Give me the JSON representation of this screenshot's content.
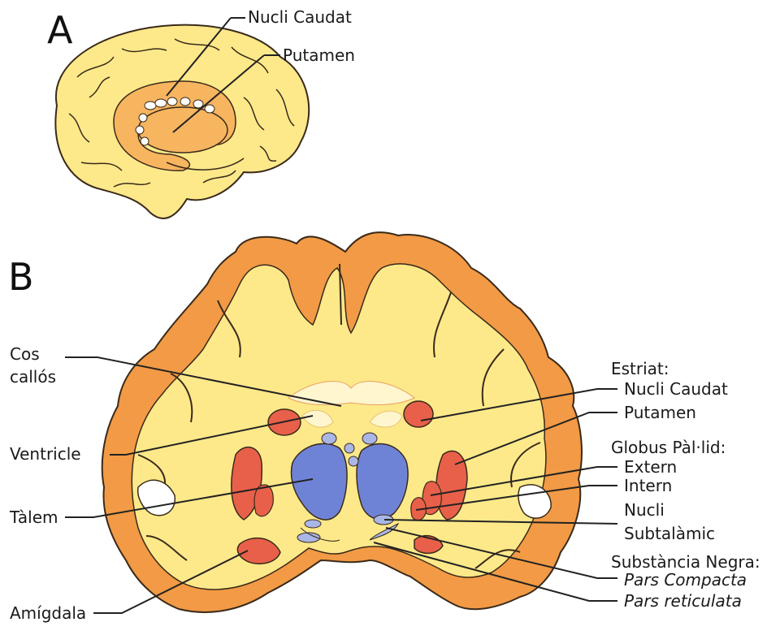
{
  "panels": {
    "a": "A",
    "b": "B"
  },
  "panel_a": {
    "caudate": "Nucli Caudat",
    "putamen": "Putamen"
  },
  "left_labels": {
    "corpus_line1": "Cos",
    "corpus_line2": "callós",
    "ventricle": "Ventricle",
    "thalamus": "Tàlem",
    "amygdala": "Amígdala"
  },
  "right_labels": {
    "striatum": "Estriat:",
    "caudate": "Nucli Caudat",
    "putamen": "Putamen",
    "globus": "Globus Pàl·lid:",
    "external": "Extern",
    "internal": "Intern",
    "stn_line1": "Nucli",
    "stn_line2": "Subtalàmic",
    "substantia": "Substància Negra:",
    "compacta": "Pars Compacta",
    "reticulata": "Pars reticulata"
  },
  "colors": {
    "cortex": "#f29a45",
    "white_matter": "#fdf0a6",
    "brain_yellow": "#fde98a",
    "striatum_red": "#e8604a",
    "thalamus_blue": "#6f83d6",
    "light_blue": "#a9b6e6",
    "outline": "#3a2a1a"
  }
}
